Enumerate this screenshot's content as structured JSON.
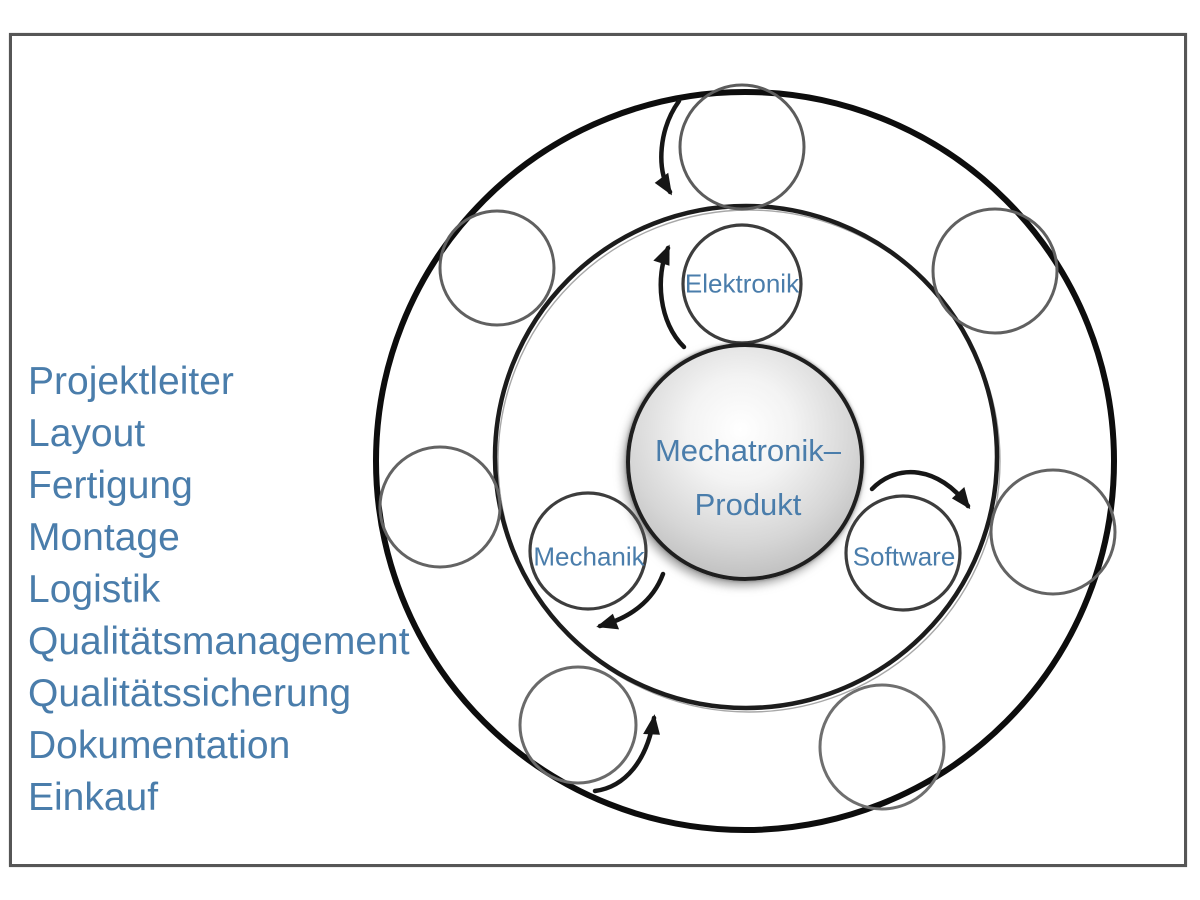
{
  "page": {
    "background_color": "#ffffff",
    "frame_color": "#565656"
  },
  "role_list": {
    "items": [
      "Projektleiter",
      "Layout",
      "Fertigung",
      "Montage",
      "Logistik",
      "Qualitätsmanagement",
      "Qualitätssicherung",
      "Dokumentation",
      "Einkauf"
    ]
  },
  "diagram": {
    "center_product": {
      "line1": "Mechatronik–",
      "line2": "Produkt"
    },
    "discipline_circles": [
      {
        "label": "Elektronik"
      },
      {
        "label": "Mechanik"
      },
      {
        "label": "Software"
      }
    ],
    "outer_satellite_circle_count": 7,
    "rotation_arrow_count": 5,
    "colors": {
      "label_blue": "#4a7dab",
      "ring_ink": "#141414",
      "satellite_gray": "#5c5c5c"
    }
  }
}
